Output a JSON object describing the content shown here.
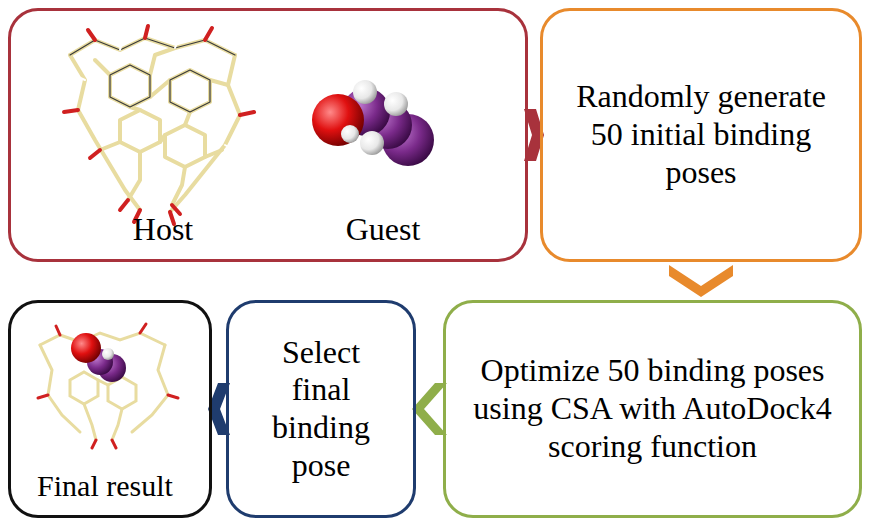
{
  "diagram": {
    "nodes": [
      {
        "text": [
          "Host",
          "Guest"
        ]
      },
      {
        "text": [
          "Randomly generate 50 initial binding poses"
        ]
      },
      {
        "text": [
          "Optimize 50 binding poses using CSA with AutoDock4 scoring function"
        ]
      },
      {
        "text": [
          "Select final binding pose"
        ]
      },
      {
        "text": [
          "Final result"
        ]
      }
    ],
    "edges": [
      {
        "from": 0,
        "to": 1,
        "arrow": "to"
      },
      {
        "from": 1,
        "to": 2,
        "arrow": "to"
      },
      {
        "from": 2,
        "to": 3,
        "arrow": "to"
      },
      {
        "from": 3,
        "to": 4,
        "arrow": "to"
      }
    ]
  }
}
